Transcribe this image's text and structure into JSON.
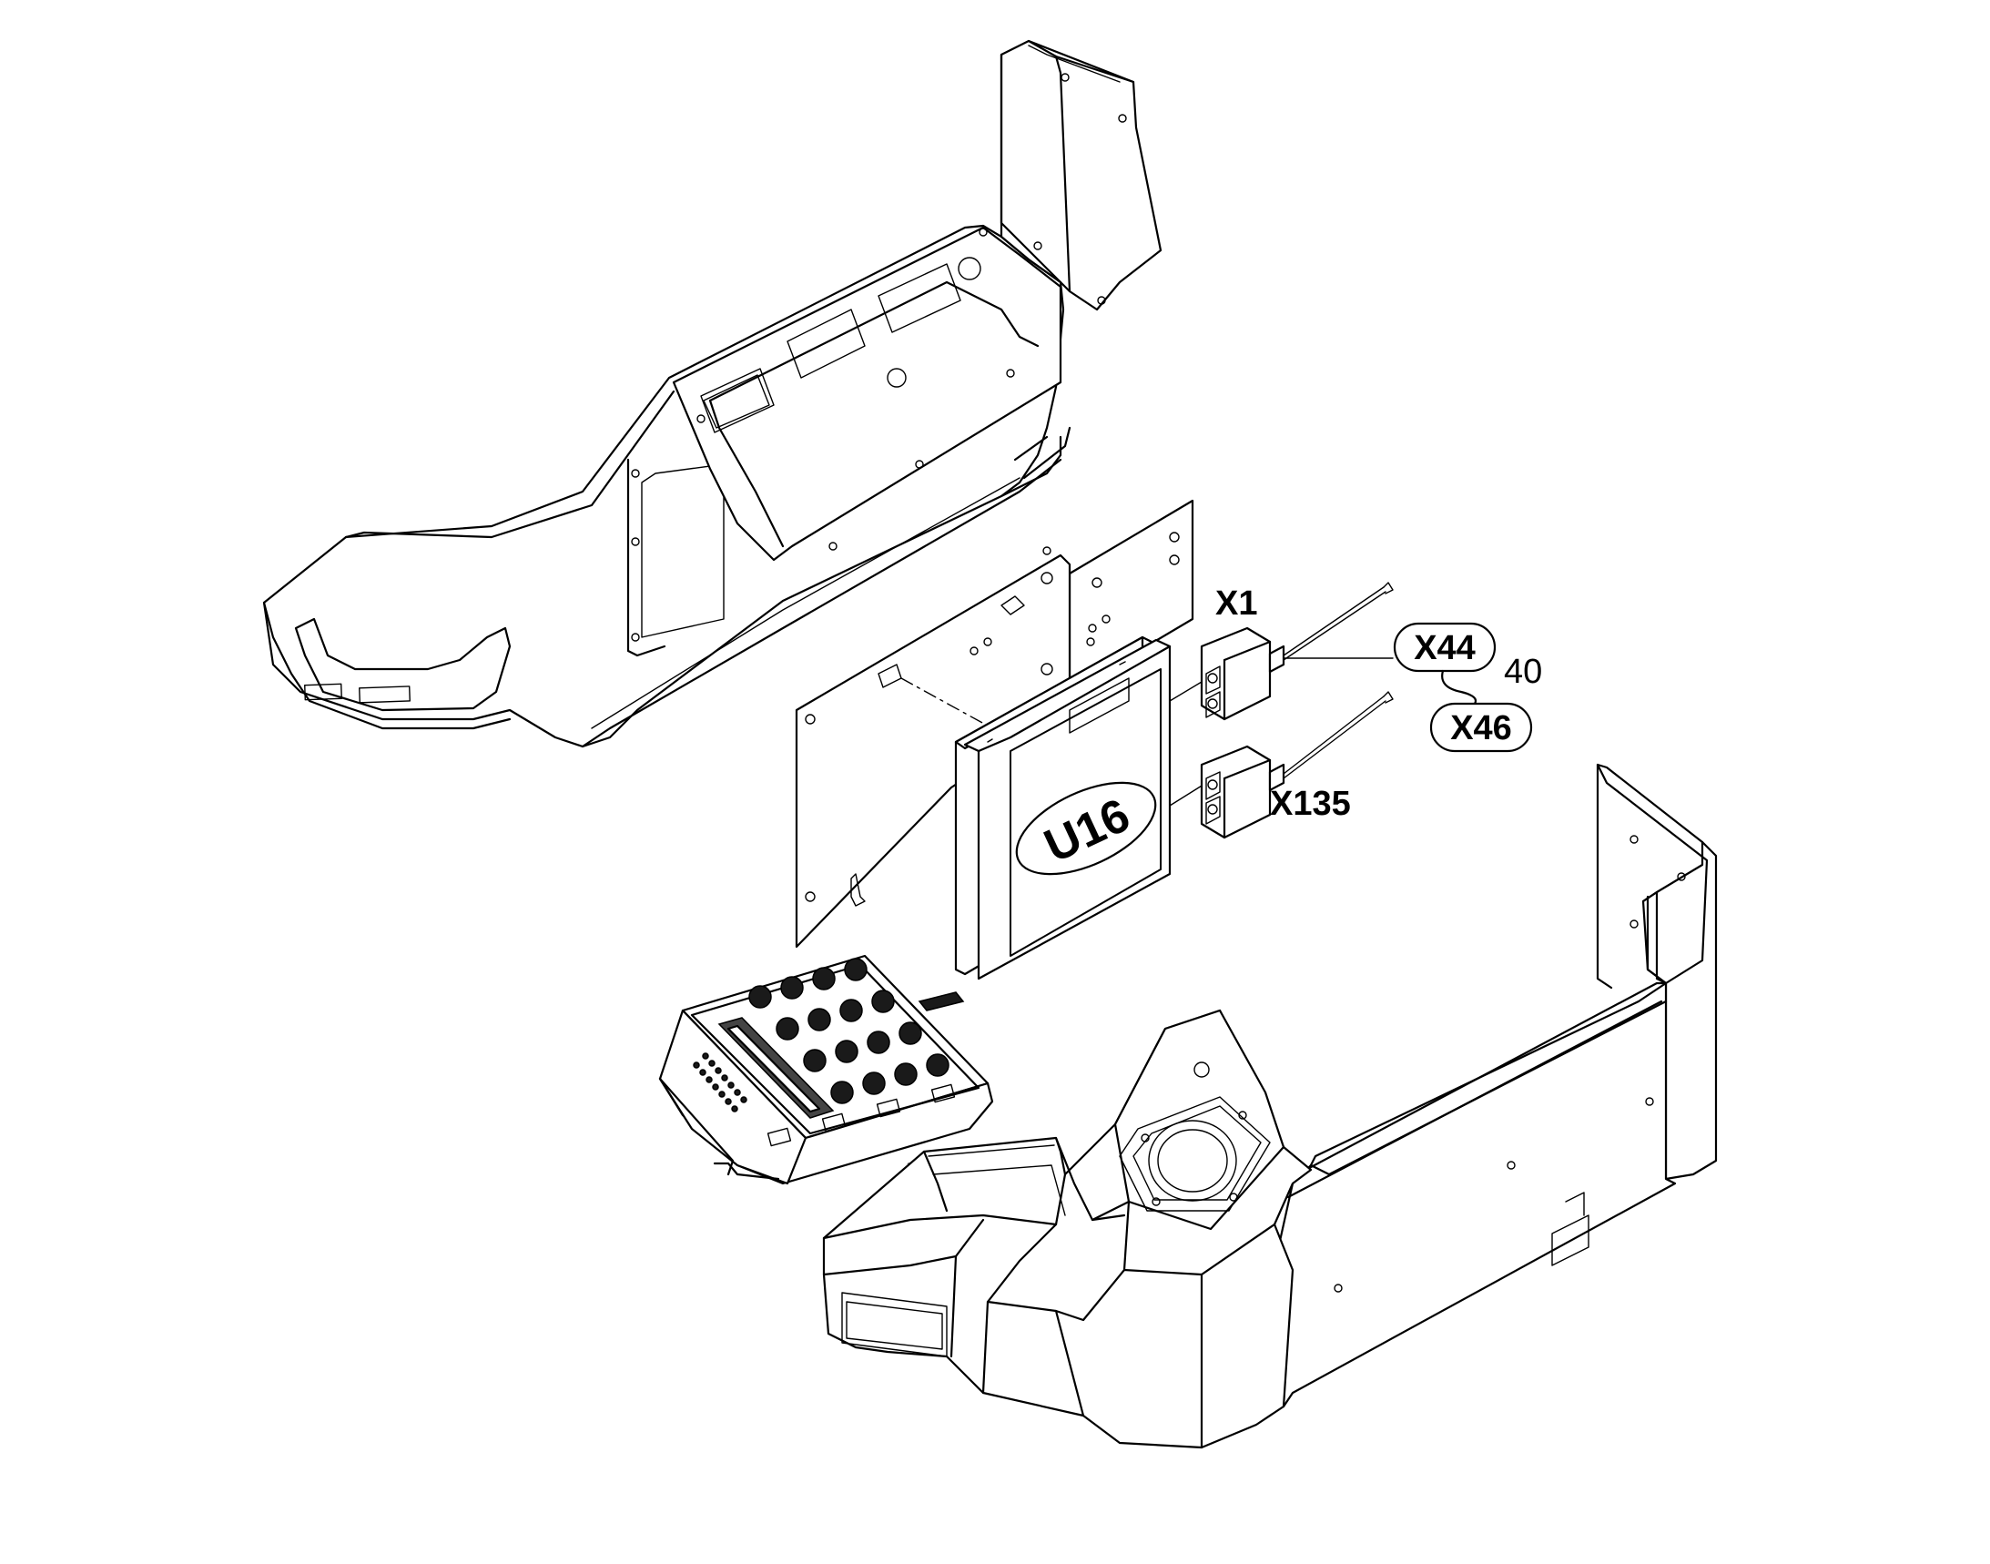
{
  "labels": {
    "x1": "X1",
    "x44": "X44",
    "x46": "X46",
    "x135": "X135",
    "u16": "U16",
    "ref_40": "40"
  }
}
